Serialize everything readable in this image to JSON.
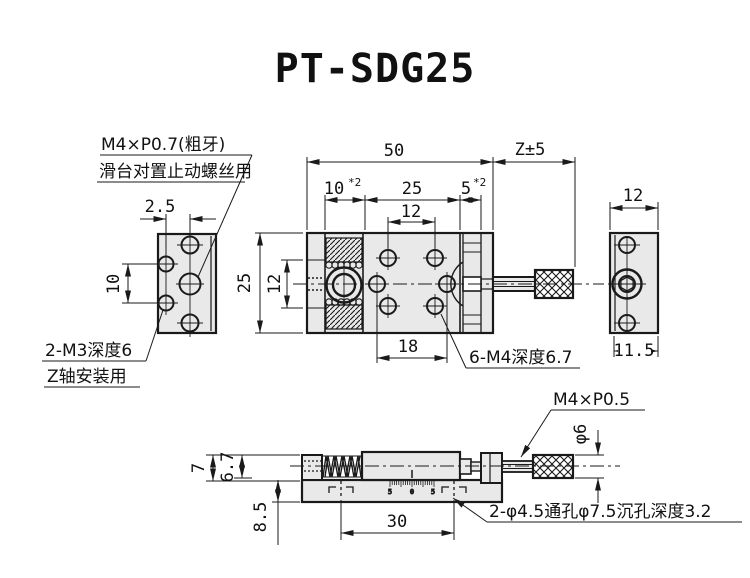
{
  "title": "PT-SDG25",
  "colors": {
    "line": "#1a1a1a",
    "part_fill": "#e9e9e9",
    "background": "#ffffff"
  },
  "annotations": {
    "setscrew_line1": "M4×P0.7(粗牙)",
    "setscrew_line2": "滑台对置止动螺丝用",
    "m3_line1": "2-M3深度6",
    "m3_line2": "Z轴安装用",
    "m4_holes": "6-M4深度6.7",
    "shaft_thread": "M4×P0.5",
    "counterbore": "2-φ4.5通孔φ7.5沉孔深度3.2"
  },
  "dimensions": {
    "plate_offset": "2.5",
    "plate_pitch": "10",
    "overall_width": "50",
    "travel": "Z±5",
    "seg_10": "10",
    "seg_10_sup": "*2",
    "seg_25": "25",
    "seg_5": "5",
    "seg_5_sup": "*2",
    "hole_span_top": "12",
    "body_depth": "25",
    "inner_depth": "12",
    "hole_span_bottom": "18",
    "side_width": "12",
    "side_offset": "11.5",
    "slide_height": "7",
    "thread_depth": "6.7",
    "base_height": "8.5",
    "base_span": "30",
    "knob_dia": "φ6"
  },
  "scale_marks": {
    "left": "5",
    "center": "0",
    "right": "5"
  }
}
